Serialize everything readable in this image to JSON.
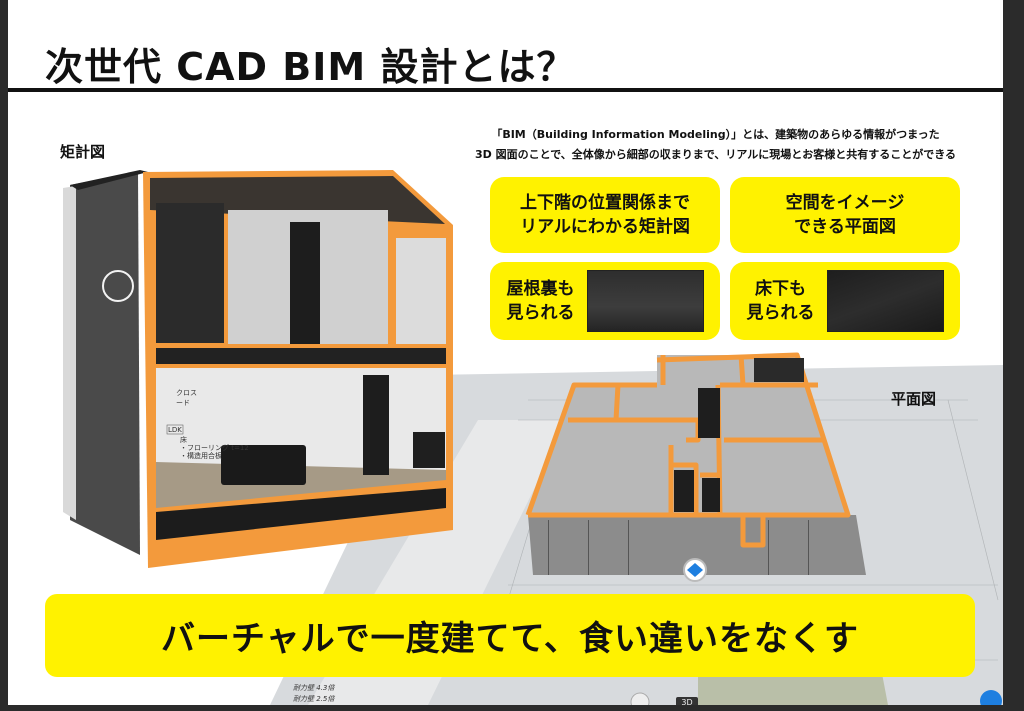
{
  "title": "次世代 CAD BIM 設計とは？",
  "section_label": "矩計図",
  "plan_label": "平面図",
  "intro": {
    "line1": "「BIM（Building Information Modeling）」とは、建築物のあらゆる情報がつまった",
    "line2": "3D 図面のことで、全体像から細部の収まりまで、リアルに現場とお客様と共有することができる"
  },
  "features": [
    {
      "text": "上下階の位置関係まで\nリアルにわかる矩計図"
    },
    {
      "text": "空間をイメージ\nできる平面図"
    },
    {
      "text": "屋根裏も\n見られる"
    },
    {
      "text": "床下も\n見られる"
    }
  ],
  "section_annotations": [
    "クロス",
    "ード",
    "LDK",
    "床",
    "・フローリング t=12",
    "・構造用合板"
  ],
  "plan_notes": [
    "耐力壁 4.3倍",
    "耐力壁 2.5倍"
  ],
  "view_badge": "3D",
  "banner": "バーチャルで一度建てて、食い違いをなくす",
  "colors": {
    "accent_yellow": "#fff200",
    "frame_orange": "#f39a3c",
    "dark": "#111111"
  }
}
